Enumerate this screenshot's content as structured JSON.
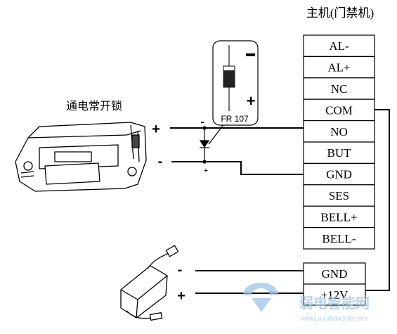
{
  "controller": {
    "title": "主机(门禁机)",
    "terminals": [
      "AL-",
      "AL+",
      "NC",
      "COM",
      "NO",
      "BUT",
      "GND",
      "SES",
      "BELL+",
      "BELL-"
    ],
    "power_terminals": [
      "GND",
      "+12V"
    ]
  },
  "lock": {
    "label": "通电常开锁",
    "plus": "+",
    "minus": "-"
  },
  "diode": {
    "part": "FR 107",
    "minus": "-",
    "plus": "+",
    "junction_minus": "-",
    "junction_plus": "+"
  },
  "power_supply": {
    "minus": "-",
    "plus": "+"
  },
  "watermark": {
    "brand": "弱电智能网",
    "url": "www.ruodian360.com"
  },
  "colors": {
    "line": "#000000",
    "watermark": "#9fc3e6"
  }
}
